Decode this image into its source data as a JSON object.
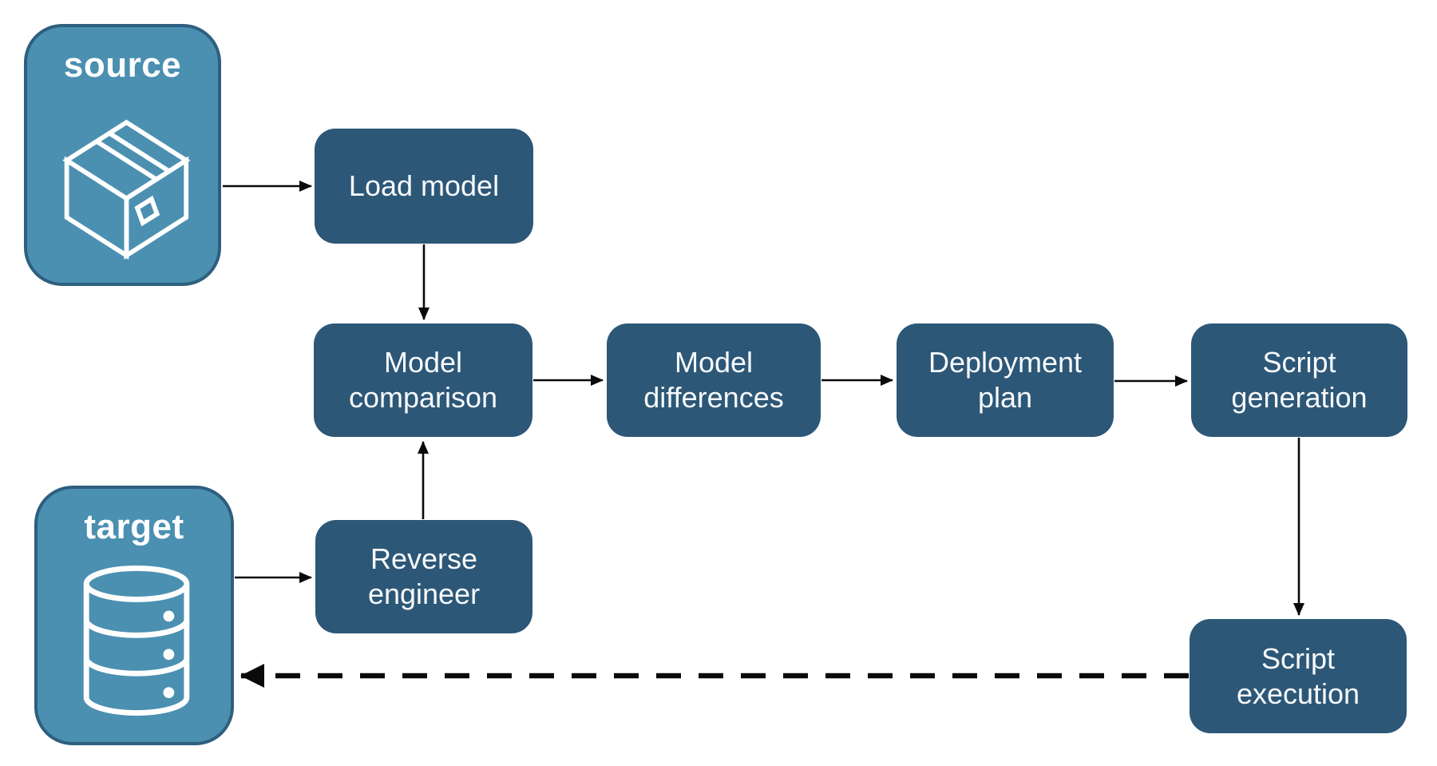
{
  "source": {
    "label": "source",
    "icon": "package-icon"
  },
  "target": {
    "label": "target",
    "icon": "database-icon"
  },
  "nodes": {
    "load_model": {
      "label": "Load model"
    },
    "model_comparison": {
      "label": "Model\ncomparison"
    },
    "model_differences": {
      "label": "Model\ndifferences"
    },
    "deployment_plan": {
      "label": "Deployment\nplan"
    },
    "script_generation": {
      "label": "Script\ngeneration"
    },
    "reverse_engineer": {
      "label": "Reverse\nengineer"
    },
    "script_execution": {
      "label": "Script\nexecution"
    }
  },
  "edges": [
    {
      "from": "source",
      "to": "load_model",
      "style": "solid"
    },
    {
      "from": "load_model",
      "to": "model_comparison",
      "style": "solid"
    },
    {
      "from": "model_comparison",
      "to": "model_differences",
      "style": "solid"
    },
    {
      "from": "model_differences",
      "to": "deployment_plan",
      "style": "solid"
    },
    {
      "from": "deployment_plan",
      "to": "script_generation",
      "style": "solid"
    },
    {
      "from": "script_generation",
      "to": "script_execution",
      "style": "solid"
    },
    {
      "from": "target",
      "to": "reverse_engineer",
      "style": "solid"
    },
    {
      "from": "reverse_engineer",
      "to": "model_comparison",
      "style": "solid"
    },
    {
      "from": "script_execution",
      "to": "target",
      "style": "dashed"
    }
  ],
  "colors": {
    "node_fill": "#2d5777",
    "container_fill": "#4b90b1",
    "container_border": "#2e5f7e",
    "label_text": "#ffffff",
    "arrow": "#0a0a0a"
  }
}
